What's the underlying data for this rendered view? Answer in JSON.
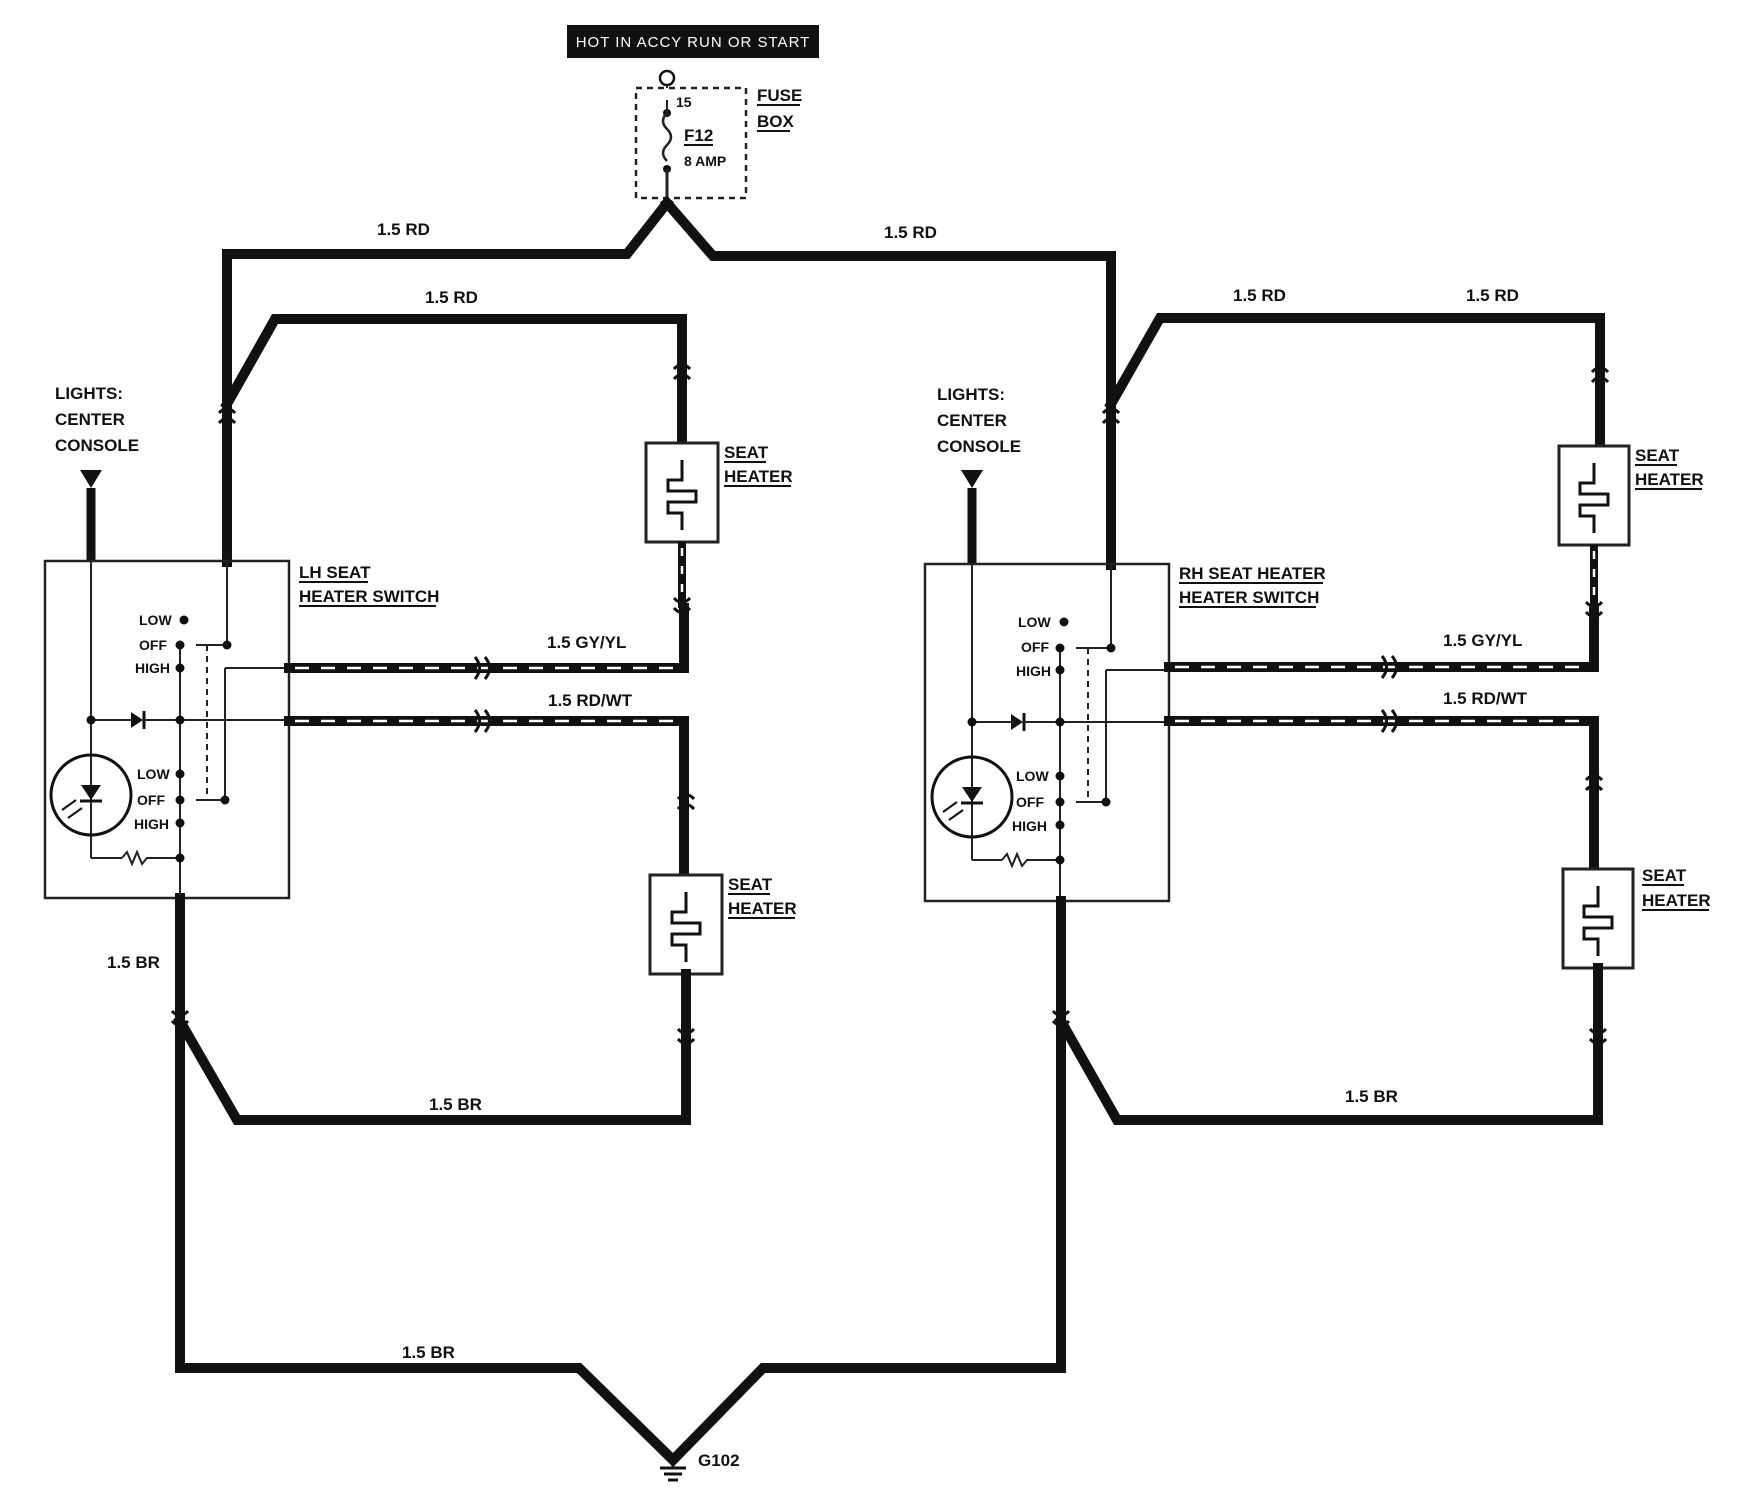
{
  "header_box": "HOT IN ACCY  RUN OR START",
  "fuse": {
    "terminal": "15",
    "fuse_id": "F12",
    "rating": "8 AMP",
    "label_line1": "FUSE",
    "label_line2": "BOX"
  },
  "wires": {
    "rd_top_left": "1.5 RD",
    "rd_top_right": "1.5 RD",
    "rd_left_heater": "1.5 RD",
    "rd_right_a": "1.5 RD",
    "rd_right_b": "1.5 RD",
    "gy_yl_left": "1.5 GY/YL",
    "rd_wt_left": "1.5 RD/WT",
    "gy_yl_right": "1.5 GY/YL",
    "rd_wt_right": "1.5 RD/WT",
    "br_left_vertical": "1.5 BR",
    "br_left_bottom": "1.5 BR",
    "br_right_bottom": "1.5 BR",
    "br_ground": "1.5 BR"
  },
  "lights_left": [
    "LIGHTS:",
    "CENTER",
    "CONSOLE"
  ],
  "lights_right": [
    "LIGHTS:",
    "CENTER",
    "CONSOLE"
  ],
  "lh_switch": [
    "LH SEAT",
    "HEATER SWITCH"
  ],
  "rh_switch": [
    "RH SEAT HEATER",
    "HEATER SWITCH"
  ],
  "seat_heater": [
    "SEAT",
    "HEATER"
  ],
  "switch_positions": [
    "LOW",
    "OFF",
    "HIGH"
  ],
  "ground": "G102"
}
